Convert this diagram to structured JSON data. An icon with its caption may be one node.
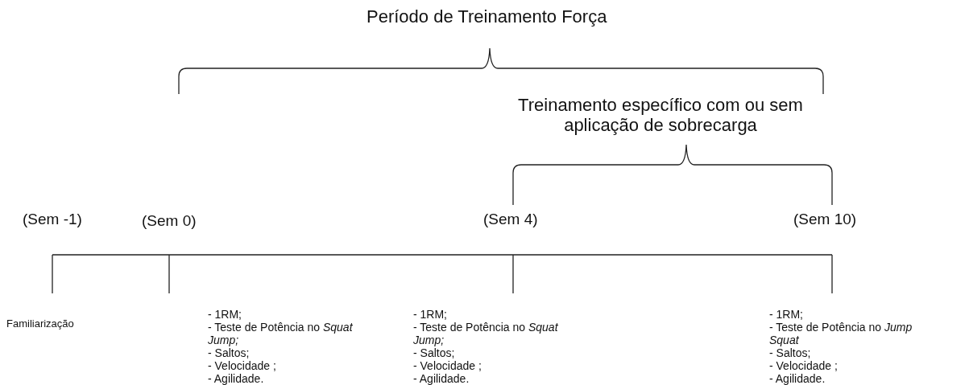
{
  "diagram": {
    "labels": [
      "Período de Treinamento Força",
      "Treinamento específico com ou sem aplicação de sobrecarga",
      "(Sem -1)",
      "(Sem 0)",
      "(Sem 4)",
      "(Sem 10)",
      "Familiarização",
      "- 1RM;",
      "- Teste de Potência no *Squat Jump;*",
      "- Saltos;",
      "- Velocidade ;",
      "- Agilidade.",
      "- 1RM;",
      "- Teste de Potência no *Squat Jump;*",
      "- Saltos;",
      "- Velocidade ;",
      "- Agilidade.",
      "- 1RM;",
      "- Teste de Potência no *Jump Squat*",
      "- Saltos;",
      "- Velocidade ;",
      "- Agilidade."
    ]
  }
}
